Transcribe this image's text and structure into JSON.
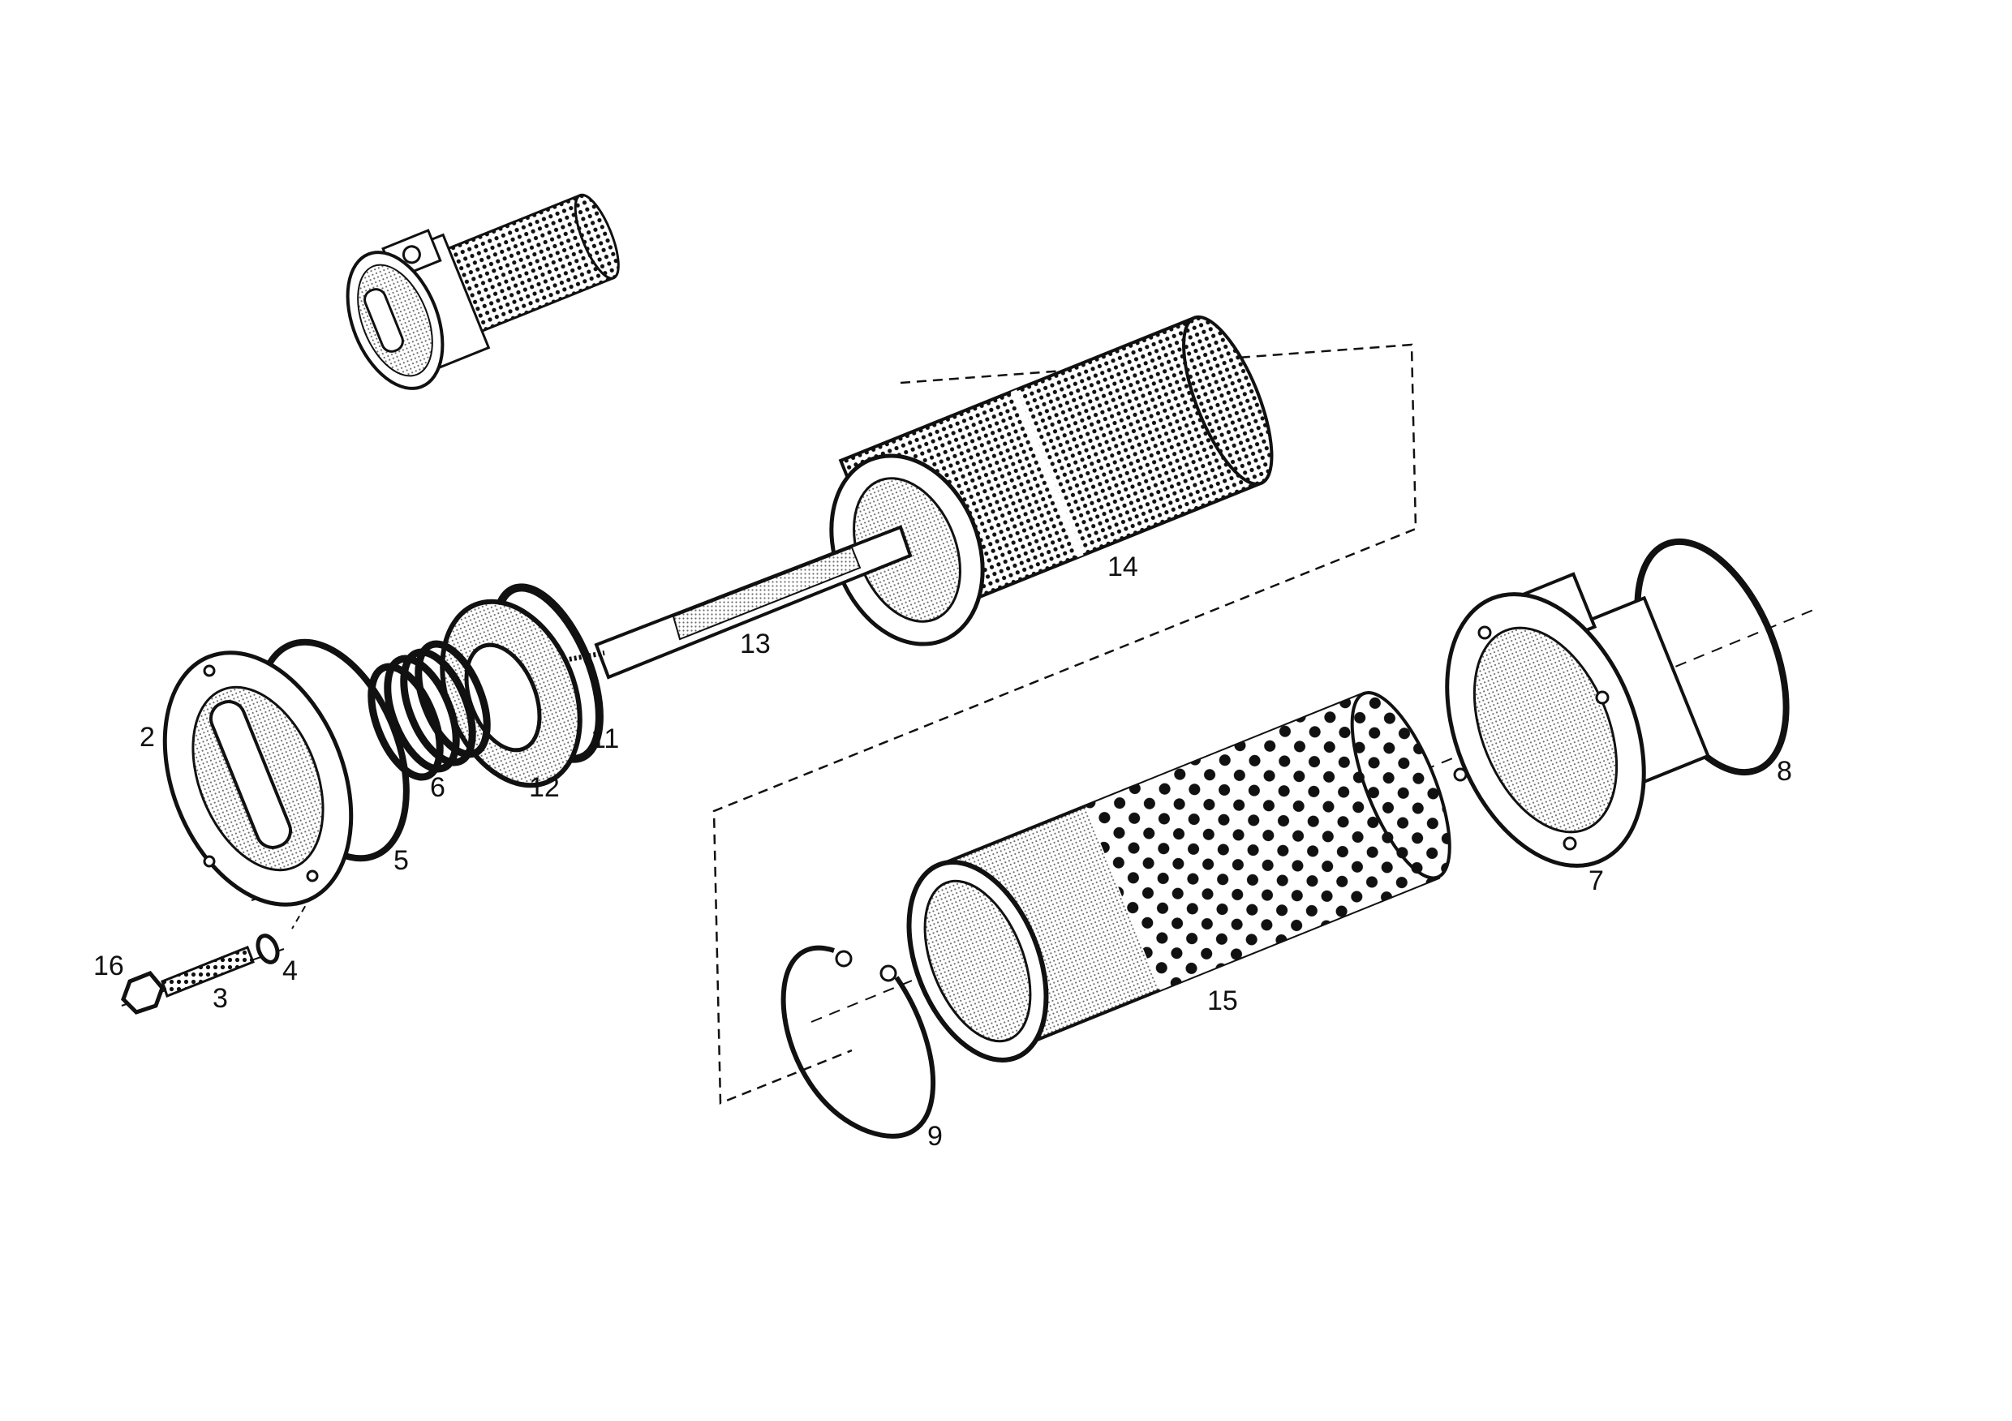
{
  "diagram": {
    "type": "exploded-parts-view",
    "colors": {
      "ink": "#111111",
      "shade": "#6e6e6e",
      "paper": "#ffffff"
    },
    "part_labels": {
      "p2": "2",
      "p3": "3",
      "p4": "4",
      "p5": "5",
      "p6": "6",
      "p7": "7",
      "p8": "8",
      "p9": "9",
      "p11": "11",
      "p12": "12",
      "p13": "13",
      "p14": "14",
      "p15": "15",
      "p16": "16"
    }
  }
}
